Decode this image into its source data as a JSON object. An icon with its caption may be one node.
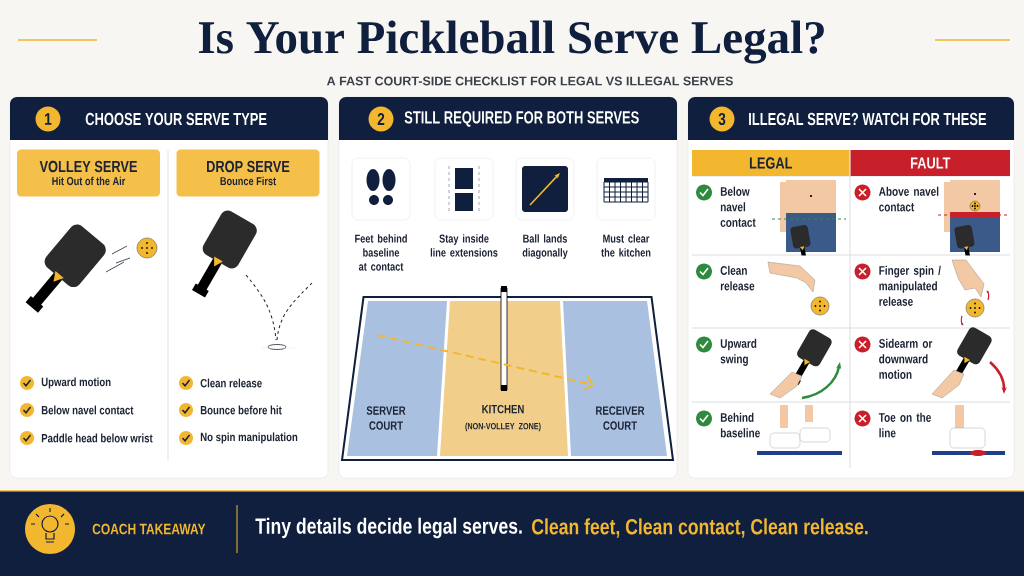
{
  "diagram": {
    "title": "Is Your Pickleball Serve Legal?",
    "nodes": [
      {
        "text": [
          "CHOOSE YOUR SERVE TYPE"
        ]
      },
      {
        "text": [
          "1"
        ],
        "in": 0
      },
      {
        "text": [
          "VOLLEY SERVE",
          "Hit Out of the Air"
        ],
        "in": 0
      },
      {
        "text": [
          "DROP SERVE",
          "Bounce First"
        ],
        "in": 0
      },
      {
        "text": [
          "STILL REQUIRED FOR BOTH SERVES"
        ]
      },
      {
        "text": [
          "2"
        ],
        "in": 4
      },
      {
        "text": [],
        "shape": "picture",
        "beside": [
          "Feet behind baseline at contact"
        ],
        "in": 4
      },
      {
        "text": [],
        "shape": "picture",
        "beside": [
          "Stay inside line extensions"
        ],
        "in": 4
      },
      {
        "text": [],
        "shape": "picture",
        "beside": [
          "Ball lands diagonally"
        ],
        "in": 4
      },
      {
        "text": [],
        "shape": "picture",
        "beside": [
          "Must clear the kitchen"
        ],
        "in": 4
      },
      {
        "text": [],
        "shape": "box",
        "in": 4
      },
      {
        "text": [
          "SERVER COURT"
        ],
        "in": 10
      },
      {
        "text": [
          "KITCHEN",
          "(NON-VOLLEY ZONE)"
        ],
        "in": 10
      },
      {
        "text": [
          "RECEIVER COURT"
        ],
        "in": 10
      },
      {
        "text": [
          "ILLEGAL SERVE? WATCH FOR THESE"
        ]
      },
      {
        "text": [
          "3"
        ],
        "in": 14
      },
      {
        "text": [
          "LEGAL"
        ],
        "in": 14
      },
      {
        "text": [
          "FAULT"
        ],
        "in": 14
      },
      {
        "text": [
          "Below navel contact"
        ],
        "in": 14
      },
      {
        "text": [
          "Above navel contact"
        ],
        "in": 14
      },
      {
        "text": [
          "Clean release"
        ],
        "in": 14
      },
      {
        "text": [
          "Finger spin / manipulated release"
        ],
        "in": 14
      },
      {
        "text": [
          "Upward swing"
        ],
        "in": 14
      },
      {
        "text": [
          "Sidearm or downward motion"
        ],
        "in": 14
      },
      {
        "text": [
          "Behind baseline"
        ],
        "in": 14
      },
      {
        "text": [
          "Toe on the line"
        ],
        "in": 14
      },
      {
        "text": [
          "COACH TAKEAWAY",
          "Tiny details decide legal serves.",
          "Clean feet, Clean contact, Clean release."
        ]
      }
    ],
    "edges": [
      {
        "from": 11,
        "to": 13,
        "arrow": "to",
        "style": "dashed",
        "color": "#f2b72f"
      }
    ],
    "labels": [
      "A FAST COURT-SIDE CHECKLIST FOR LEGAL VS ILLEGAL SERVES",
      "Upward motion",
      "Below navel contact",
      "Paddle head below wrist",
      "Clean release",
      "Bounce before hit",
      "No spin manipulation"
    ]
  }
}
